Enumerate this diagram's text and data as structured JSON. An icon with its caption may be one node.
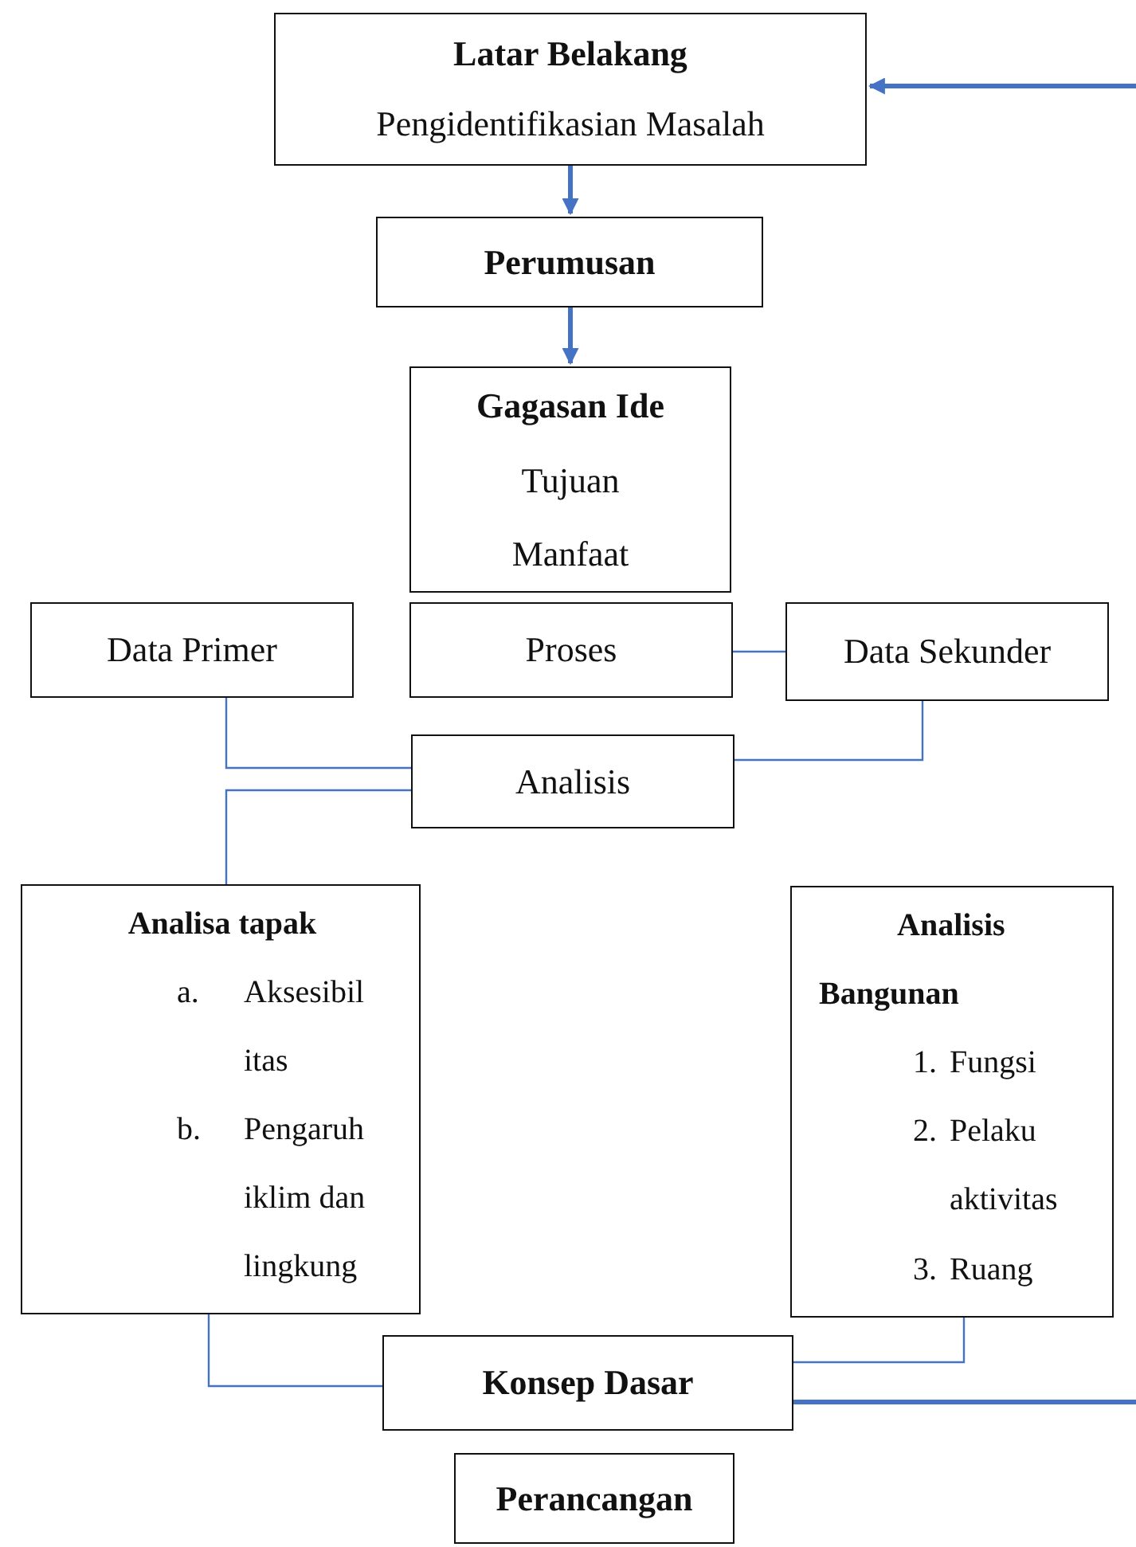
{
  "diagram": {
    "nodes": [
      {
        "text": [
          "Latar Belakang",
          "Pengidentifikasian Masalah"
        ]
      },
      {
        "text": [
          "Perumusan"
        ]
      },
      {
        "text": [
          "Gagasan Ide",
          "Tujuan",
          "Manfaat"
        ]
      },
      {
        "text": [
          "Data Primer"
        ]
      },
      {
        "text": [
          "Proses"
        ]
      },
      {
        "text": [
          "Data Sekunder"
        ]
      },
      {
        "text": [
          "Analisis"
        ]
      },
      {
        "text": [
          "Analisa tapak",
          "a.",
          "Aksesibil itas",
          "b.",
          "Pengaruh iklim dan lingkung"
        ]
      },
      {
        "text": [
          "Analisis Bangunan",
          "1.",
          "Fungsi",
          "2.",
          "Pelaku aktivitas",
          "3.",
          "Ruang"
        ]
      },
      {
        "text": [
          "Konsep Dasar"
        ]
      },
      {
        "text": [
          "Perancangan"
        ]
      }
    ],
    "edges": [
      {
        "from": null,
        "to": 0,
        "arrow": "to",
        "style": "thick"
      },
      {
        "from": 0,
        "to": 1,
        "arrow": "to",
        "style": "thick"
      },
      {
        "from": 1,
        "to": 2,
        "arrow": "to",
        "style": "thick"
      },
      {
        "from": 4,
        "to": 5,
        "arrow": "none"
      },
      {
        "from": 3,
        "to": 6,
        "arrow": "none"
      },
      {
        "from": 5,
        "to": 6,
        "arrow": "none"
      },
      {
        "from": 6,
        "to": 7,
        "arrow": "none"
      },
      {
        "from": 7,
        "to": 9,
        "arrow": "none"
      },
      {
        "from": 8,
        "to": 9,
        "arrow": "none"
      },
      {
        "from": 9,
        "to": null,
        "arrow": "none",
        "style": "thick"
      }
    ]
  }
}
